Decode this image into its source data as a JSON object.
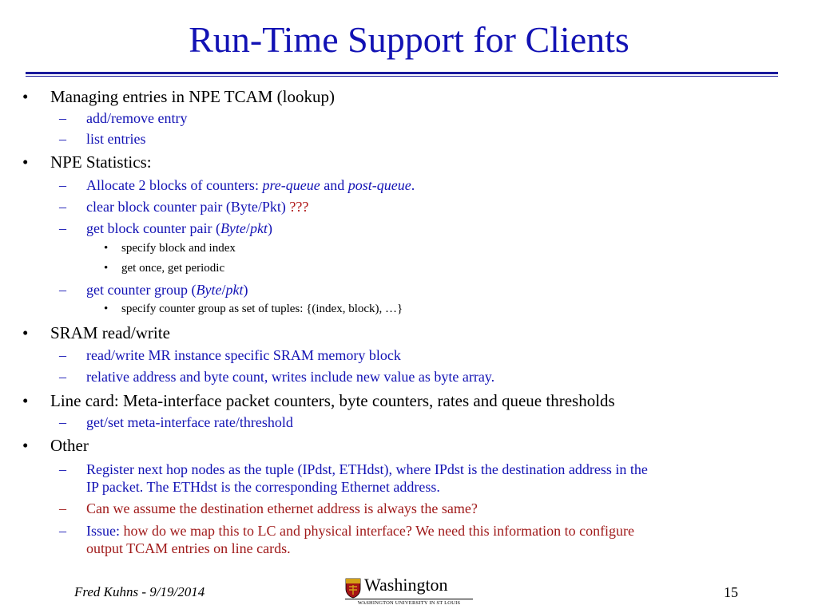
{
  "slide": {
    "title": "Run-Time Support for Clients",
    "bullet_marker": "•",
    "dash_marker": "–",
    "sub_marker": "•",
    "items": {
      "b1": "Managing entries in NPE TCAM (lookup)",
      "b1_1": "add/remove entry",
      "b1_2": "list entries",
      "b2": "NPE Statistics:",
      "b2_1_a": "Allocate 2 blocks of counters:  ",
      "b2_1_b": "pre-queue",
      "b2_1_c": " and ",
      "b2_1_d": "post-queue",
      "b2_1_e": ".",
      "b2_2_a": "clear block counter pair (Byte/Pkt) ",
      "b2_2_b": "???",
      "b2_3_a": "get block counter pair (",
      "b2_3_b": "Byte",
      "b2_3_c": "/",
      "b2_3_d": "pkt",
      "b2_3_e": ")",
      "b2_3_1": "specify block and index",
      "b2_3_2": "get once, get periodic",
      "b2_4_a": "get counter group (",
      "b2_4_b": "Byte",
      "b2_4_c": "/",
      "b2_4_d": "pkt",
      "b2_4_e": ")",
      "b2_4_1": "specify counter group as set of tuples: {(index, block), …}",
      "b3": " SRAM read/write",
      "b3_1": "read/write MR instance specific SRAM memory block",
      "b3_2": "relative address and byte count, writes include new value as byte array.",
      "b4": "Line card: Meta-interface packet counters, byte counters, rates and queue thresholds",
      "b4_1": "get/set meta-interface rate/threshold",
      "b5": "Other",
      "b5_1_l1": "Register next hop nodes as the tuple (IPdst, ETHdst), where IPdst is the destination address in the",
      "b5_1_l2": "IP packet. The ETHdst is the corresponding Ethernet address.",
      "b5_2": "Can we assume the destination ethernet address is always the same?",
      "b5_3_l1_a": "Issue: ",
      "b5_3_l1_b": "how do we map this to LC and physical interface? We need this information to configure",
      "b5_3_l2": "output TCAM entries on line cards."
    }
  },
  "footer": {
    "author_date": "Fred Kuhns - 9/19/2014",
    "page_number": "15",
    "logo_word": "Washington",
    "logo_sub": "WASHINGTON UNIVERSITY IN ST LOUIS"
  },
  "colors": {
    "title": "#1212b4",
    "level2_text": "#1212b4",
    "red_text": "#a01a1a"
  }
}
